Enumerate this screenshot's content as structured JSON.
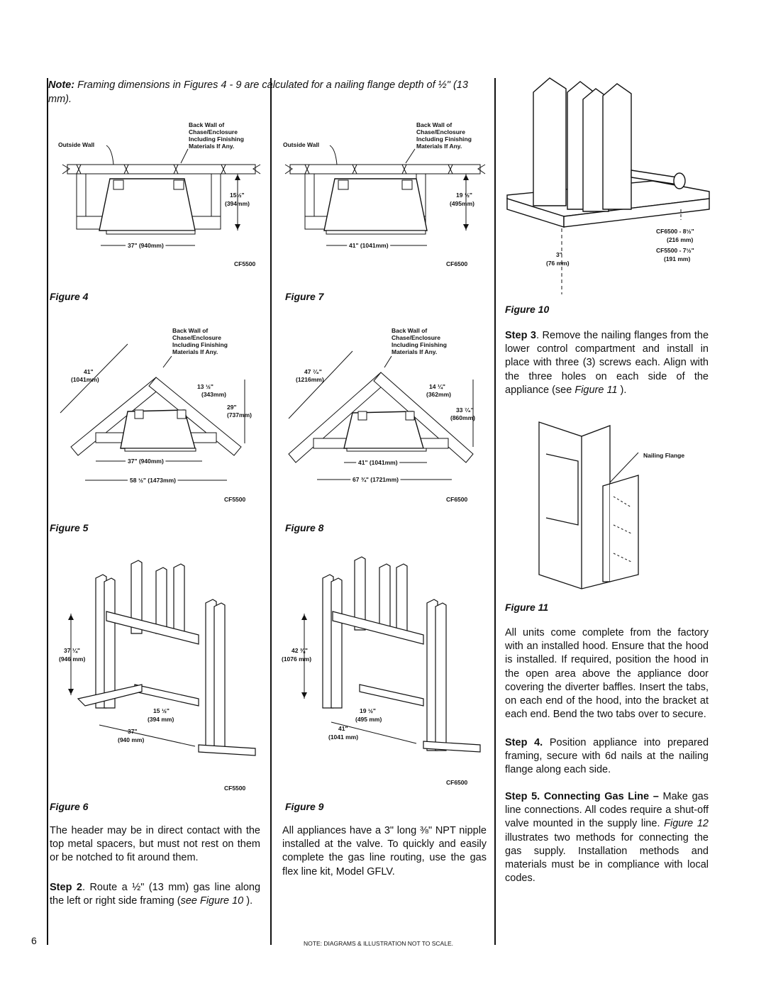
{
  "page_number": "6",
  "note": {
    "prefix": "Note:",
    "text": "Framing dimensions in Figures 4 - 9 are calculated for a nailing flange depth of ½\" (13 mm)."
  },
  "footer_note": "NOTE: DIAGRAMS & ILLUSTRATION NOT TO SCALE.",
  "figures": {
    "fig4": {
      "caption": "Figure 4",
      "model": "CF5500",
      "back_wall": [
        "Back Wall of",
        "Chase/Enclosure",
        "Including Finishing",
        "Materials If Any."
      ],
      "outside_wall": "Outside Wall",
      "depth": "15½\"",
      "depth_mm": "(394mm)",
      "width": "37\" (940mm)"
    },
    "fig7": {
      "caption": "Figure 7",
      "model": "CF6500",
      "back_wall": [
        "Back Wall of",
        "Chase/Enclosure",
        "Including Finishing",
        "Materials If Any."
      ],
      "outside_wall": "Outside Wall",
      "depth": "19 ½\"",
      "depth_mm": "(495mm)",
      "width": "41\" (1041mm)"
    },
    "fig5": {
      "caption": "Figure 5",
      "model": "CF5500",
      "back_wall": [
        "Back Wall of",
        "Chase/Enclosure",
        "Including Finishing",
        "Materials If Any."
      ],
      "diag": "41\"",
      "diag_mm": "(1041mm)",
      "side": "13 ½\"",
      "side_mm": "(343mm)",
      "height": "29\"",
      "height_mm": "(737mm)",
      "inner": "37\" (940mm)",
      "outer": "58 ½\" (1473mm)"
    },
    "fig8": {
      "caption": "Figure 8",
      "model": "CF6500",
      "back_wall": [
        "Back Wall of",
        "Chase/Enclosure",
        "Including Finishing",
        "Materials If Any."
      ],
      "diag": "47 ⁷⁄₈\"",
      "diag_mm": "(1216mm)",
      "side": "14 ¼\"",
      "side_mm": "(362mm)",
      "height": "33 ⁷⁄₈\"",
      "height_mm": "(860mm)",
      "inner": "41\" (1041mm)",
      "outer": "67 ¾\" (1721mm)"
    },
    "fig6": {
      "caption": "Figure 6",
      "model": "CF5500",
      "height": "37 ¼\"",
      "height_mm": "(946 mm)",
      "depth": "15 ½\"",
      "depth_mm": "(394 mm)",
      "width": "37\"",
      "width_mm": "(940 mm)"
    },
    "fig9": {
      "caption": "Figure 9",
      "model": "CF6500",
      "height": "42 ⅜\"",
      "height_mm": "(1076 mm)",
      "depth": "19 ½\"",
      "depth_mm": "(495 mm)",
      "width": "41\"",
      "width_mm": "(1041 mm)"
    },
    "fig10": {
      "caption": "Figure 10",
      "dim_a": "CF6500 - 8½\"",
      "dim_a_mm": "(216 mm)",
      "dim_b": "CF5500 - 7½\"",
      "dim_b_mm": "(191 mm)",
      "dim_c": "3\"",
      "dim_c_mm": "(76 mm)"
    },
    "fig11": {
      "caption": "Figure 11",
      "label": "Nailing Flange"
    }
  },
  "left_col": {
    "para1": "The header may be in direct contact with the top metal spacers, but must not rest on them or be notched to fit around them.",
    "step2_label": "Step 2",
    "step2_text": ". Route a ½\" (13 mm) gas line along the left or right side framing (",
    "step2_ref": "see Figure 10",
    "step2_end": " )."
  },
  "mid_col": {
    "para1": "All appliances have a 3\" long ⅜\" NPT nipple installed at the valve. To quickly and easily complete the gas line routing, use the gas flex line kit, Model GFLV."
  },
  "right_col": {
    "step3_label": "Step 3",
    "step3_text": ". Remove the nailing flanges from the lower control compartment and install in place with three (3) screws each. Align with the three holes on each side of the appliance (see ",
    "step3_ref": "Figure 11",
    "step3_end": " ).",
    "para_hood": "All units come complete from the factory with an installed hood. Ensure that the hood is installed. If required, position the hood in the open area above the appliance door covering the diverter baffles. Insert the tabs, on each end of the hood, into the bracket at each end. Bend the two tabs over to secure.",
    "step4_label": "Step 4.",
    "step4_text": " Position appliance into prepared framing, secure with 6d nails at the nailing flange along each side.",
    "step5_label": "Step 5. Connecting Gas Line –",
    "step5_text": " Make gas line connections. All codes require a shut-off valve mounted in the supply line. ",
    "step5_ref": "Figure 12",
    "step5_end": " illustrates two methods for connecting the gas supply. Installation methods and materials must be in compliance with local codes."
  }
}
